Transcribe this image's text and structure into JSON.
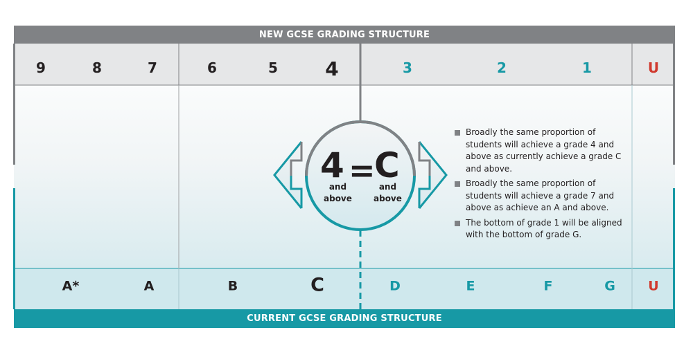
{
  "titles": {
    "new": "NEW GCSE GRADING STRUCTURE",
    "current": "CURRENT GCSE GRADING STRUCTURE"
  },
  "new_grades": [
    "9",
    "8",
    "7",
    "6",
    "5",
    "4",
    "3",
    "2",
    "1",
    "U"
  ],
  "current_grades": [
    "A*",
    "A",
    "B",
    "C",
    "D",
    "E",
    "F",
    "G",
    "U"
  ],
  "equivalence": {
    "left_grade": "4",
    "equals": "=",
    "right_grade": "C",
    "left_qualifier": [
      "and",
      "above"
    ],
    "right_qualifier": [
      "and",
      "above"
    ]
  },
  "notes": [
    "Broadly the same proportion of students will achieve a grade 4 and above as currently achieve a grade C and above.",
    "Broadly the same proportion of students will achieve a grade 7 and above as achieve an A and above.",
    "The bottom of grade 1 will be aligned with the bottom of grade G."
  ],
  "colors": {
    "grey": "#808285",
    "teal": "#1799a5",
    "red": "#d03a2f",
    "dark_text": "#231f20"
  }
}
